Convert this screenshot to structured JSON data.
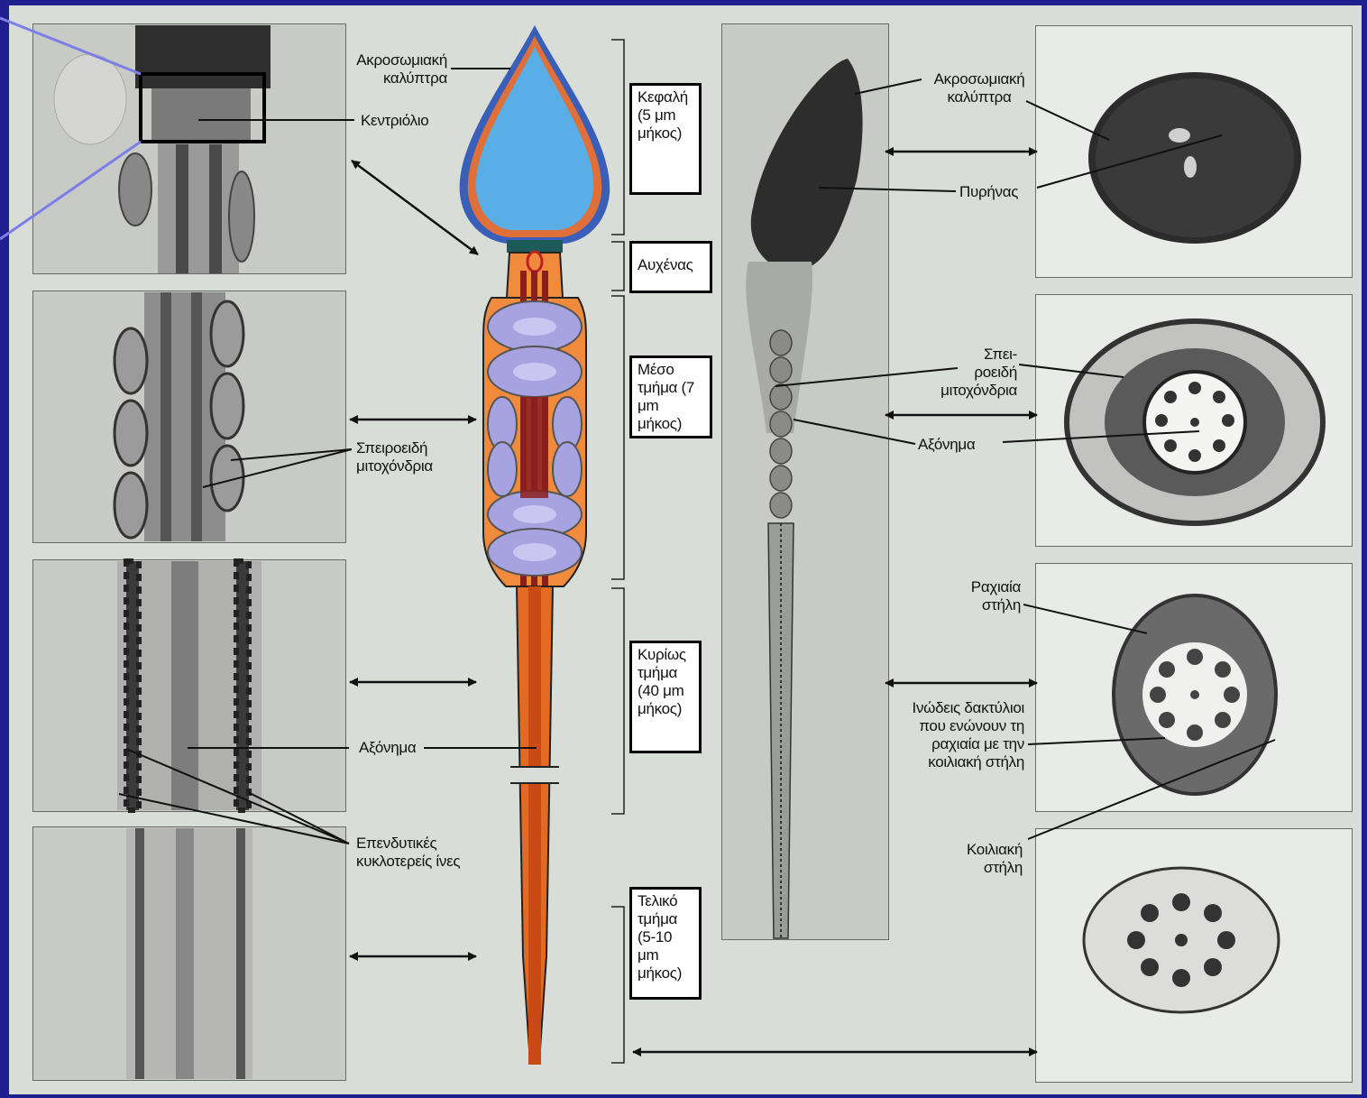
{
  "left_labels": {
    "acrosome_cap": "Ακροσωμιακή\nκαλύπτρα",
    "centriole": "Κεντριόλιο",
    "spiral_mitochondria": "Σπειροειδή\nμιτοχόνδρια",
    "axoneme": "Αξόνημα",
    "outer_dense_fibers": "Επενδυτικές\nκυκλοτερείς ίνες"
  },
  "segments": {
    "head": "Κεφαλή\n(5 μm\nμήκος)",
    "neck": "Αυχένας",
    "midpiece": "Μέσο\nτμήμα (7\nμm μήκος)",
    "principal_piece": "Κυρίως\nτμήμα\n(40 μm\nμήκος)",
    "end_piece": "Τελικό\nτμήμα\n(5-10 μm\nμήκος)"
  },
  "right_labels": {
    "acrosome_cap": "Ακροσωμιακή\nκαλύπτρα",
    "nucleus": "Πυρήνας",
    "spiral_mitochondria": "Σπει-\nροειδή\nμιτοχόνδρια",
    "axoneme": "Αξόνημα",
    "dorsal_column": "Ραχιαία\nστήλη",
    "fibrous_rings": "Ινώδεις δακτύλιοι\nπου ενώνουν τη\nραχιαία με την\nκοιλιακή στήλη",
    "ventral_column": "Κοιλιακή\nστήλη"
  },
  "colors": {
    "background": "#1f1f8f",
    "head_fill": "#5aaee8",
    "acrosome_outline": "#3a5fb8",
    "body_fill": "#f08a3c",
    "mitochondria_fill": "#a7a3e0",
    "highlight_line": "#7b7fe6"
  }
}
